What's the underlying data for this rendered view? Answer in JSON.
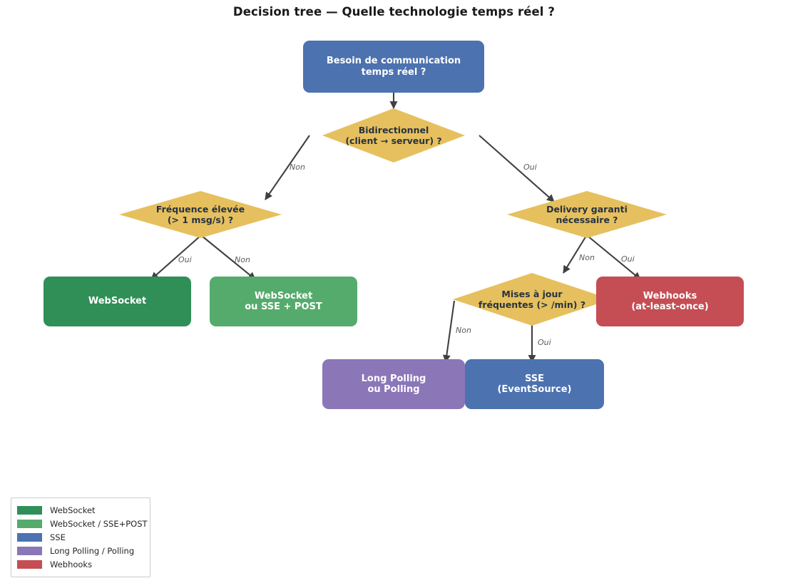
{
  "title": "Decision tree — Quelle technologie temps réel ?",
  "colors": {
    "root": "#4c72b0",
    "decision": "#e6c05e",
    "websocket": "#2f8f57",
    "websocket_sse_post": "#55ab6c",
    "sse": "#4c72b0",
    "long_polling": "#8b76b8",
    "webhooks": "#c44e54",
    "edge": "#404040",
    "edge_label": "#5b5b5b",
    "decision_text": "#27323f",
    "node_text": "#ffffff"
  },
  "nodes": {
    "root": {
      "label": "Besoin de communication\ntemps réel ?",
      "shape": "rect",
      "color_key": "root"
    },
    "bidirectionnel": {
      "label": "Bidirectionnel\n(client → serveur) ?",
      "shape": "diamond",
      "color_key": "decision"
    },
    "frequence": {
      "label": "Fréquence élevée\n(> 1 msg/s) ?",
      "shape": "diamond",
      "color_key": "decision"
    },
    "delivery": {
      "label": "Delivery garanti\nnécessaire ?",
      "shape": "diamond",
      "color_key": "decision"
    },
    "mises_a_jour": {
      "label": "Mises à jour\nfréquentes (> /min) ?",
      "shape": "diamond",
      "color_key": "decision"
    },
    "websocket": {
      "label": "WebSocket",
      "shape": "rect",
      "color_key": "websocket"
    },
    "websocket_sse_post": {
      "label": "WebSocket\nou SSE + POST",
      "shape": "rect",
      "color_key": "websocket_sse_post"
    },
    "webhooks": {
      "label": "Webhooks\n(at-least-once)",
      "shape": "rect",
      "color_key": "webhooks"
    },
    "long_polling": {
      "label": "Long Polling\nou Polling",
      "shape": "rect",
      "color_key": "long_polling"
    },
    "sse": {
      "label": "SSE\n(EventSource)",
      "shape": "rect",
      "color_key": "sse"
    }
  },
  "edges": [
    {
      "from": "root",
      "to": "bidirectionnel",
      "label": ""
    },
    {
      "from": "bidirectionnel",
      "to": "frequence",
      "label": "Non"
    },
    {
      "from": "bidirectionnel",
      "to": "delivery",
      "label": "Oui"
    },
    {
      "from": "frequence",
      "to": "websocket",
      "label": "Oui"
    },
    {
      "from": "frequence",
      "to": "websocket_sse_post",
      "label": "Non"
    },
    {
      "from": "delivery",
      "to": "mises_a_jour",
      "label": "Non"
    },
    {
      "from": "delivery",
      "to": "webhooks",
      "label": "Oui"
    },
    {
      "from": "mises_a_jour",
      "to": "long_polling",
      "label": "Non"
    },
    {
      "from": "mises_a_jour",
      "to": "sse",
      "label": "Oui"
    }
  ],
  "edge_labels": {
    "bidir_non": "Non",
    "bidir_oui": "Oui",
    "freq_oui": "Oui",
    "freq_non": "Non",
    "deliv_non": "Non",
    "deliv_oui": "Oui",
    "maj_non": "Non",
    "maj_oui": "Oui"
  },
  "legend": {
    "items": [
      {
        "label": "WebSocket",
        "color": "#2f8f57"
      },
      {
        "label": "WebSocket / SSE+POST",
        "color": "#55ab6c"
      },
      {
        "label": "SSE",
        "color": "#4c72b0"
      },
      {
        "label": "Long Polling / Polling",
        "color": "#8b76b8"
      },
      {
        "label": "Webhooks",
        "color": "#c44e54"
      }
    ]
  }
}
